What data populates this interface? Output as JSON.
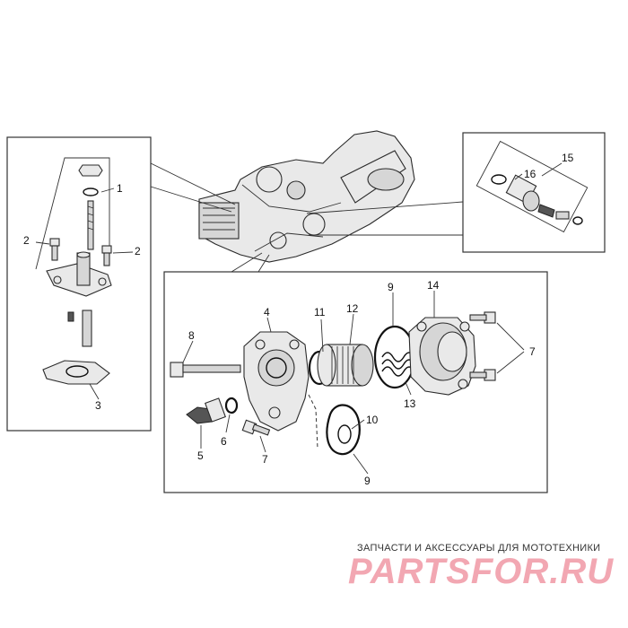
{
  "labels": {
    "l1": "1",
    "l2a": "2",
    "l2b": "2",
    "l3": "3",
    "l4": "4",
    "l5": "5",
    "l6": "6",
    "l7a": "7",
    "l7b": "7",
    "l8": "8",
    "l9a": "9",
    "l9b": "9",
    "l10": "10",
    "l11": "11",
    "l12": "12",
    "l13": "13",
    "l14": "14",
    "l15": "15",
    "l16": "16"
  },
  "watermark": {
    "tagline": "ЗАПЧАСТИ И АКСЕССУАРЫ ДЛЯ МОТОТЕХНИКИ",
    "logo": "PARTSFOR.RU",
    "logo_color": "#f2a7b2"
  }
}
